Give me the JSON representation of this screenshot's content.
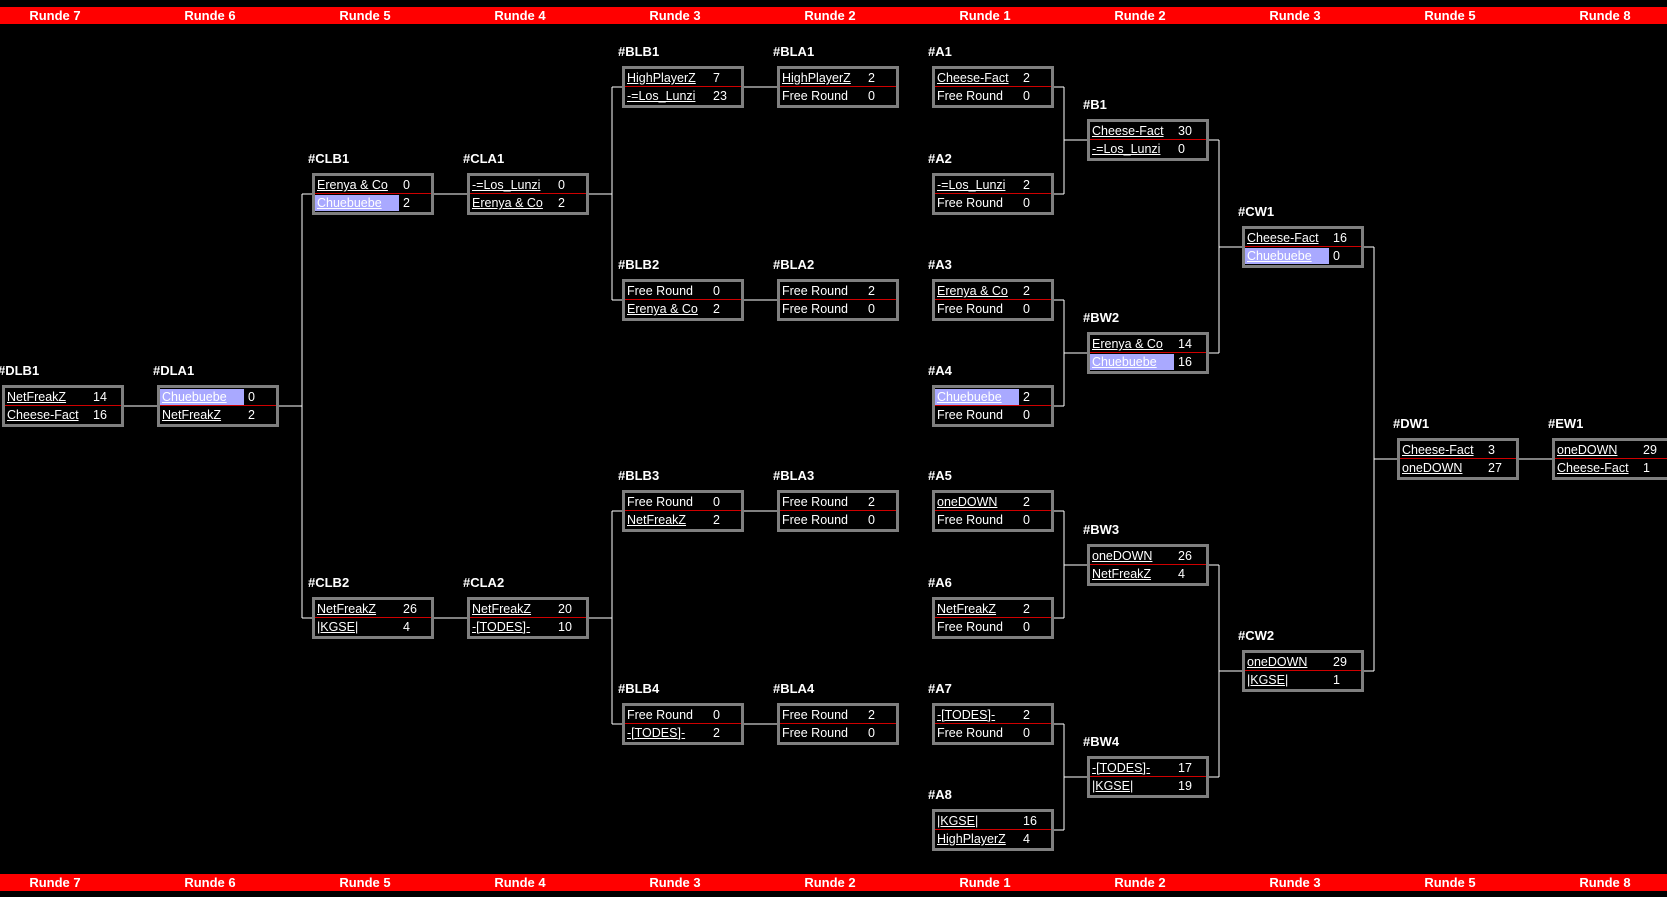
{
  "rounds_top": [
    "Runde 7",
    "Runde 6",
    "Runde 5",
    "Runde 4",
    "Runde 3",
    "Runde 2",
    "Runde 1",
    "Runde 2",
    "Runde 3",
    "Runde 5",
    "Runde 8"
  ],
  "rounds_bottom": [
    "Runde 7",
    "Runde 6",
    "Runde 5",
    "Runde 4",
    "Runde 3",
    "Runde 2",
    "Runde 1",
    "Runde 2",
    "Runde 3",
    "Runde 5",
    "Runde 8"
  ],
  "colors": {
    "background": "#000000",
    "round_bar": "#ff0000",
    "highlight": "#a9a9ff",
    "box_border": "#7f7f7f",
    "divider": "#d00000"
  },
  "matches": [
    {
      "id": "#DLB1",
      "col": 0,
      "row": 2,
      "slots": [
        {
          "name": "NetFreakZ",
          "score": "14",
          "link": true
        },
        {
          "name": "Cheese-Fact",
          "score": "16",
          "link": true
        }
      ]
    },
    {
      "id": "#DLA1",
      "col": 1,
      "row": 2,
      "slots": [
        {
          "name": "Chuebuebe",
          "score": "0",
          "link": true,
          "hl": true
        },
        {
          "name": "NetFreakZ",
          "score": "2",
          "link": true
        }
      ]
    },
    {
      "id": "#CLB1",
      "col": 2,
      "row": 0,
      "slots": [
        {
          "name": "Erenya & Co",
          "score": "0",
          "link": true
        },
        {
          "name": "Chuebuebe",
          "score": "2",
          "link": true,
          "hl": true
        }
      ]
    },
    {
      "id": "#CLB2",
      "col": 2,
      "row": 4,
      "slots": [
        {
          "name": "NetFreakZ",
          "score": "26",
          "link": true
        },
        {
          "name": "|KGSE|",
          "score": "4",
          "link": true
        }
      ]
    },
    {
      "id": "#CLA1",
      "col": 3,
      "row": 0,
      "slots": [
        {
          "name": "-=Los_Lunzi",
          "score": "0",
          "link": true
        },
        {
          "name": "Erenya & Co",
          "score": "2",
          "link": true
        }
      ]
    },
    {
      "id": "#CLA2",
      "col": 3,
      "row": 4,
      "slots": [
        {
          "name": "NetFreakZ",
          "score": "20",
          "link": true
        },
        {
          "name": "-[TODES]-",
          "score": "10",
          "link": true
        }
      ]
    },
    {
      "id": "#BLB1",
      "col": 4,
      "row": 1,
      "slots": [
        {
          "name": "HighPlayerZ",
          "score": "7",
          "link": true
        },
        {
          "name": "-=Los_Lunzi",
          "score": "23",
          "link": true
        }
      ]
    },
    {
      "id": "#BLB2",
      "col": 4,
      "row": 2,
      "slots": [
        {
          "name": "Free Round",
          "score": "0",
          "link": false
        },
        {
          "name": "Erenya & Co",
          "score": "2",
          "link": true
        }
      ]
    },
    {
      "id": "#BLB3",
      "col": 4,
      "row": 3,
      "slots": [
        {
          "name": "Free Round",
          "score": "0",
          "link": false
        },
        {
          "name": "NetFreakZ",
          "score": "2",
          "link": true
        }
      ]
    },
    {
      "id": "#BLB4",
      "col": 4,
      "row": 4,
      "slots": [
        {
          "name": "Free Round",
          "score": "0",
          "link": false
        },
        {
          "name": "-[TODES]-",
          "score": "2",
          "link": true
        }
      ]
    },
    {
      "id": "#BLA1",
      "col": 5,
      "row": 1,
      "slots": [
        {
          "name": "HighPlayerZ",
          "score": "2",
          "link": true
        },
        {
          "name": "Free Round",
          "score": "0",
          "link": false
        }
      ]
    },
    {
      "id": "#BLA2",
      "col": 5,
      "row": 2,
      "slots": [
        {
          "name": "Free Round",
          "score": "2",
          "link": false
        },
        {
          "name": "Free Round",
          "score": "0",
          "link": false
        }
      ]
    },
    {
      "id": "#BLA3",
      "col": 5,
      "row": 3,
      "slots": [
        {
          "name": "Free Round",
          "score": "2",
          "link": false
        },
        {
          "name": "Free Round",
          "score": "0",
          "link": false
        }
      ]
    },
    {
      "id": "#BLA4",
      "col": 5,
      "row": 4,
      "slots": [
        {
          "name": "Free Round",
          "score": "2",
          "link": false
        },
        {
          "name": "Free Round",
          "score": "0",
          "link": false
        }
      ]
    },
    {
      "id": "#A1",
      "col": 6,
      "row": "a1",
      "slots": [
        {
          "name": "Cheese-Fact",
          "score": "2",
          "link": true
        },
        {
          "name": "Free Round",
          "score": "0",
          "link": false
        }
      ]
    },
    {
      "id": "#A2",
      "col": 6,
      "row": "a2",
      "slots": [
        {
          "name": "-=Los_Lunzi",
          "score": "2",
          "link": true
        },
        {
          "name": "Free Round",
          "score": "0",
          "link": false
        }
      ]
    },
    {
      "id": "#A3",
      "col": 6,
      "row": "a3",
      "slots": [
        {
          "name": "Erenya & Co",
          "score": "2",
          "link": true
        },
        {
          "name": "Free Round",
          "score": "0",
          "link": false
        }
      ]
    },
    {
      "id": "#A4",
      "col": 6,
      "row": "a4",
      "slots": [
        {
          "name": "Chuebuebe",
          "score": "2",
          "link": true,
          "hl": true
        },
        {
          "name": "Free Round",
          "score": "0",
          "link": false
        }
      ]
    },
    {
      "id": "#A5",
      "col": 6,
      "row": "a5",
      "slots": [
        {
          "name": "oneDOWN",
          "score": "2",
          "link": true
        },
        {
          "name": "Free Round",
          "score": "0",
          "link": false
        }
      ]
    },
    {
      "id": "#A6",
      "col": 6,
      "row": "a6",
      "slots": [
        {
          "name": "NetFreakZ",
          "score": "2",
          "link": true
        },
        {
          "name": "Free Round",
          "score": "0",
          "link": false
        }
      ]
    },
    {
      "id": "#A7",
      "col": 6,
      "row": "a7",
      "slots": [
        {
          "name": "-[TODES]-",
          "score": "2",
          "link": true
        },
        {
          "name": "Free Round",
          "score": "0",
          "link": false
        }
      ]
    },
    {
      "id": "#A8",
      "col": 6,
      "row": "a8",
      "slots": [
        {
          "name": "|KGSE|",
          "score": "16",
          "link": true
        },
        {
          "name": "HighPlayerZ",
          "score": "4",
          "link": true
        }
      ]
    },
    {
      "id": "#B1",
      "col": 7,
      "row": "b1",
      "slots": [
        {
          "name": "Cheese-Fact",
          "score": "30",
          "link": true
        },
        {
          "name": "-=Los_Lunzi",
          "score": "0",
          "link": true
        }
      ]
    },
    {
      "id": "#BW2",
      "col": 7,
      "row": "b2",
      "slots": [
        {
          "name": "Erenya & Co",
          "score": "14",
          "link": true
        },
        {
          "name": "Chuebuebe",
          "score": "16",
          "link": true,
          "hl": true
        }
      ]
    },
    {
      "id": "#BW3",
      "col": 7,
      "row": "b3",
      "slots": [
        {
          "name": "oneDOWN",
          "score": "26",
          "link": true
        },
        {
          "name": "NetFreakZ",
          "score": "4",
          "link": true
        }
      ]
    },
    {
      "id": "#BW4",
      "col": 7,
      "row": "b4",
      "slots": [
        {
          "name": "-[TODES]-",
          "score": "17",
          "link": true
        },
        {
          "name": "|KGSE|",
          "score": "19",
          "link": true
        }
      ]
    },
    {
      "id": "#CW1",
      "col": 8,
      "row": "c1",
      "slots": [
        {
          "name": "Cheese-Fact",
          "score": "16",
          "link": true
        },
        {
          "name": "Chuebuebe",
          "score": "0",
          "link": true,
          "hl": true
        }
      ]
    },
    {
      "id": "#CW2",
      "col": 8,
      "row": "c2",
      "slots": [
        {
          "name": "oneDOWN",
          "score": "29",
          "link": true
        },
        {
          "name": "|KGSE|",
          "score": "1",
          "link": true
        }
      ]
    },
    {
      "id": "#DW1",
      "col": 9,
      "row": "d1",
      "slots": [
        {
          "name": "Cheese-Fact",
          "score": "3",
          "link": true
        },
        {
          "name": "oneDOWN",
          "score": "27",
          "link": true
        }
      ]
    },
    {
      "id": "#EW1",
      "col": 10,
      "row": "e1",
      "slots": [
        {
          "name": "oneDOWN",
          "score": "29",
          "link": true
        },
        {
          "name": "Cheese-Fact",
          "score": "1",
          "link": true
        }
      ]
    }
  ]
}
